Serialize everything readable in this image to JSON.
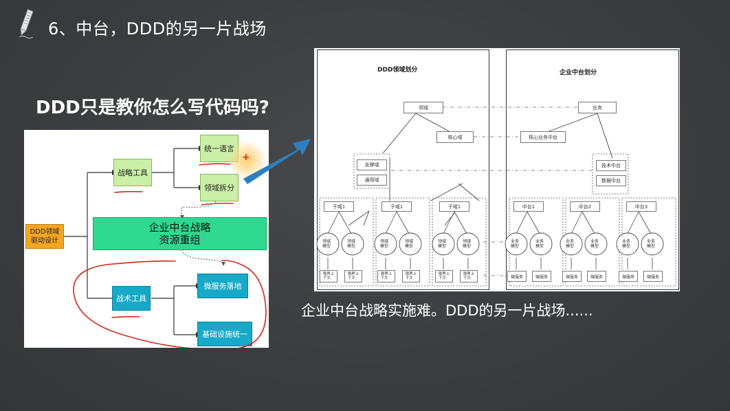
{
  "slide": {
    "title": "6、中台，DDD的另一片战场",
    "question": "DDD只是教你怎么写代码吗?",
    "caption": "企业中台战略实施难。DDD的另一片战场......"
  },
  "left_diagram": {
    "root": "DDD领域\n驱动设计",
    "strategy_tool": "战略工具",
    "unified_language": "统一语言",
    "domain_split": "领域拆分",
    "enterprise_center": "企业中台战略\n资源重组",
    "tactical_tool": "战术工具",
    "microservice": "微服务落地",
    "infrastructure": "基础设施统一",
    "plus_mark": "+"
  },
  "right_diagram": {
    "ddd_title": "DDD领域划分",
    "center_title": "企业中台划分",
    "domain": "领域",
    "core_domain": "核心域",
    "support_domain": "支撑域",
    "generic_domain": "通用域",
    "subdomains": [
      "子域1",
      "子域1",
      "子域1"
    ],
    "domain_model": "领域\n模型",
    "bounded_context": "限界上\n下文",
    "business": "业务",
    "core_business_center": "核心业务中台",
    "tech_center": "技术中台",
    "data_center": "数据中台",
    "centers": [
      "中台1",
      "中台2",
      "中台3"
    ],
    "business_model": "业务\n模型",
    "microservice": "微服务"
  },
  "colors": {
    "background": "#3b3d40",
    "green_box": "#c9f0a6",
    "green_border": "#86b55e",
    "teal_box": "#17a9c8",
    "emerald_box": "#2fd98f",
    "orange_box": "#f5a623",
    "red_ink": "#d42a1c",
    "arrow_blue": "#2f7fc0"
  }
}
